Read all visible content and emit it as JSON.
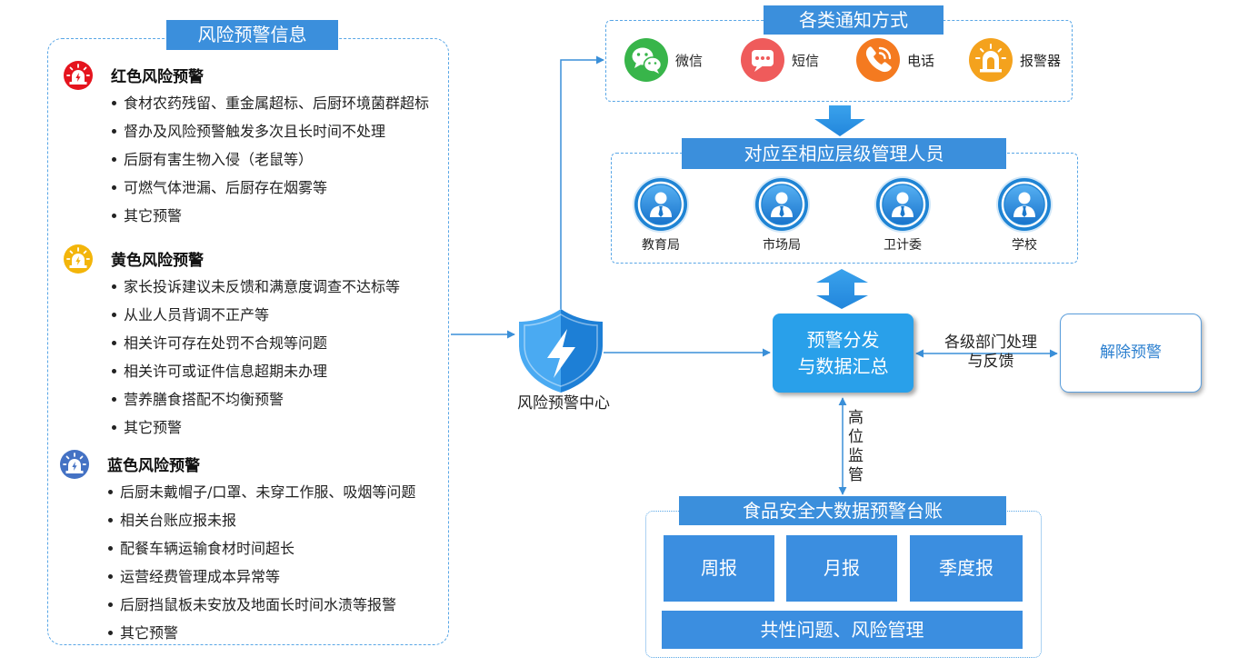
{
  "risk_info": {
    "title": "风险预警信息",
    "levels": [
      {
        "name": "红色风险预警",
        "color": "#e5141e",
        "icon": "red-alarm-icon",
        "items": [
          "食材农药残留、重金属超标、后厨环境菌群超标",
          "督办及风险预警触发多次且长时间不处理",
          "后厨有害生物入侵（老鼠等）",
          "可燃气体泄漏、后厨存在烟雾等",
          "其它预警"
        ]
      },
      {
        "name": "黄色风险预警",
        "color": "#f3b50a",
        "icon": "yellow-alarm-icon",
        "items": [
          "家长投诉建议未反馈和满意度调查不达标等",
          "从业人员背调不正产等",
          "相关许可存在处罚不合规等问题",
          "相关许可或证件信息超期未办理",
          "营养膳食搭配不均衡预警",
          "其它预警"
        ]
      },
      {
        "name": "蓝色风险预警",
        "color": "#4472c4",
        "icon": "blue-alarm-icon",
        "items": [
          "后厨未戴帽子/口罩、未穿工作服、吸烟等问题",
          "相关台账应报未报",
          "配餐车辆运输食材时间超长",
          "运营经费管理成本异常等",
          "后厨挡鼠板未安放及地面长时间水渍等报警",
          "其它预警"
        ]
      }
    ]
  },
  "center": {
    "label": "风险预警中心",
    "icon": "shield-lightning-icon"
  },
  "notify": {
    "title": "各类通知方式",
    "channels": [
      {
        "label": "微信",
        "icon": "wechat-icon",
        "color": "#38b54a"
      },
      {
        "label": "短信",
        "icon": "sms-icon",
        "color": "#ef5b5b"
      },
      {
        "label": "电话",
        "icon": "phone-icon",
        "color": "#f47a20"
      },
      {
        "label": "报警器",
        "icon": "alarm-icon",
        "color": "#f4a21d"
      }
    ]
  },
  "managers": {
    "title": "对应至相应层级管理人员",
    "items": [
      {
        "label": "教育局",
        "icon": "person-icon"
      },
      {
        "label": "市场局",
        "icon": "person-icon"
      },
      {
        "label": "卫计委",
        "icon": "person-icon"
      },
      {
        "label": "学校",
        "icon": "person-icon"
      }
    ]
  },
  "hub": {
    "lines": [
      "预警分发",
      "与数据汇总"
    ]
  },
  "feedback": {
    "lines": [
      "各级部门处理",
      "与反馈"
    ]
  },
  "release": {
    "label": "解除预警"
  },
  "supervision": {
    "label": "高位监管"
  },
  "ledger": {
    "title": "食品安全大数据预警台账",
    "reports": [
      "周报",
      "月报",
      "季度报"
    ],
    "summary": "共性问题、风险管理"
  }
}
